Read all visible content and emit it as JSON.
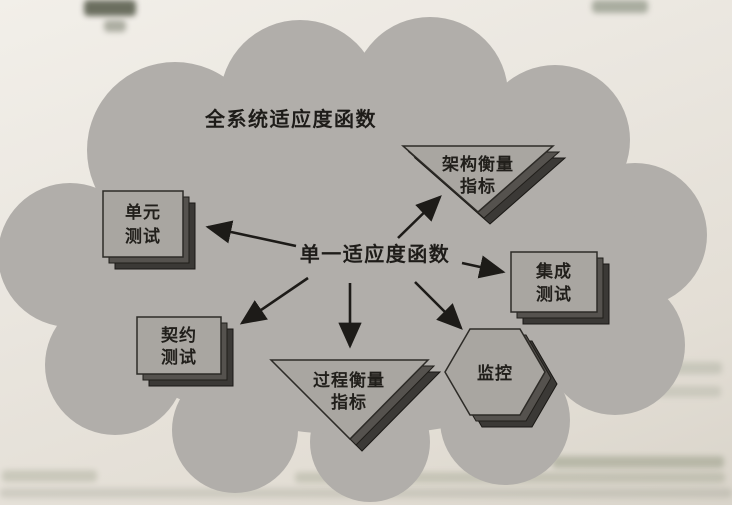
{
  "colors": {
    "page_bg": "#eae6df",
    "cloud_fill": "#b1aeaa",
    "shape_fill": "#a9a6a1",
    "stack_shadow": "#3b3936",
    "outline": "#2d2b27",
    "text": "#211f1b",
    "arrow": "#1d1b18"
  },
  "diagram": {
    "title": "全系统适应度函数",
    "center_label": "单一适应度函数",
    "nodes": {
      "unit": {
        "line1": "单元",
        "line2": "测试",
        "shape": "stacked-rectangle"
      },
      "arch": {
        "line1": "架构衡量",
        "line2": "指标",
        "shape": "stacked-triangle"
      },
      "integration": {
        "line1": "集成",
        "line2": "测试",
        "shape": "stacked-rectangle"
      },
      "contract": {
        "line1": "契约",
        "line2": "测试",
        "shape": "stacked-rectangle"
      },
      "process": {
        "line1": "过程衡量",
        "line2": "指标",
        "shape": "stacked-triangle"
      },
      "monitoring": {
        "line1": "监控",
        "shape": "stacked-hexagon"
      }
    }
  }
}
